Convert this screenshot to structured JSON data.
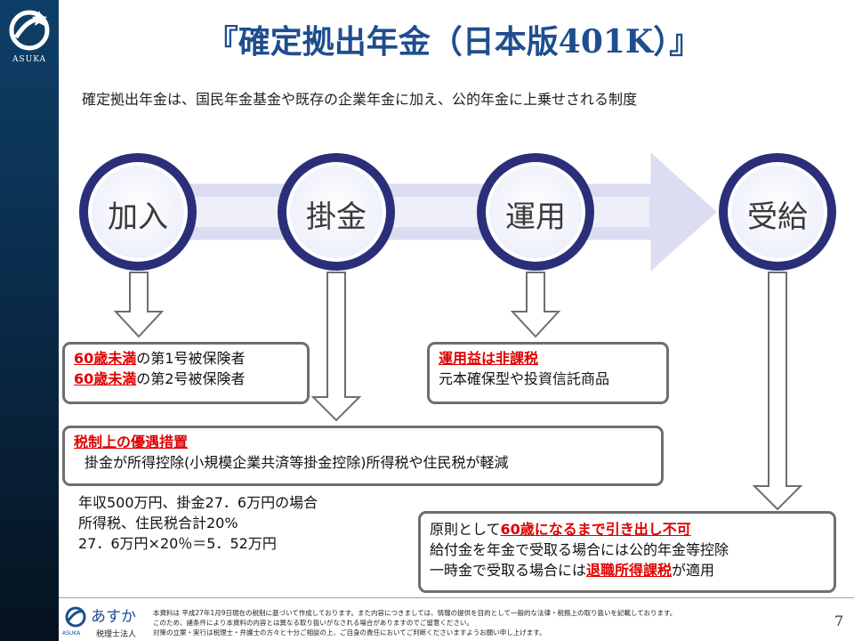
{
  "logo": {
    "text": "ASUKA"
  },
  "title": "『確定拠出年金（日本版401K）』",
  "subtitle": "確定拠出年金は、国民年金基金や既存の企業年金に加え、公的年金に上乗せされる制度",
  "steps": [
    "加入",
    "掛金",
    "運用",
    "受給"
  ],
  "box_enroll": {
    "line1_red": "60歳未満",
    "line1_rest": "の第1号被保険者",
    "line2_red": "60歳未満",
    "line2_rest": "の第2号被保険者"
  },
  "box_invest": {
    "line1_red": "運用益は非課税",
    "line2": "元本確保型や投資信託商品"
  },
  "box_tax": {
    "line1_red": "税制上の優遇措置",
    "line2": "掛金が所得控除(小規模企業共済等掛金控除)所得税や住民税が軽減"
  },
  "example": {
    "line1": "年収500万円、掛金27．6万円の場合",
    "line2": "所得税、住民税合計20%",
    "line3": "27．6万円×20％＝5．52万円"
  },
  "box_receive": {
    "line1_pre": "原則として",
    "line1_red": "60歳になるまで引き出し不可",
    "line2": "給付金を年金で受取る場合には公的年金等控除",
    "line3_pre": "一時金で受取る場合には",
    "line3_red": "退職所得課税",
    "line3_post": "が適用"
  },
  "footer": {
    "logo_main": "あすか",
    "logo_sub": "ASUKA",
    "logo_caption": "税理士法人",
    "line1": "本資料は 平成27年1月9日現在の税制に基づいて作成しております。また内容につきましては、情報の提供を目的として一般的な法律・税務上の取り扱いを記載しております。",
    "line2": "このため、諸条件により本資料の内容とは異なる取り扱いがなされる場合がありますのでご留意ください。",
    "line3": "対策の立案・実行は税理士・弁護士の方々と十分ご相談の上、ご自身の責任においてご判断くださいますようお願い申し上げます。",
    "page": "7"
  },
  "colors": {
    "sidebar_top": "#0e3f68",
    "title": "#1f4e8f",
    "circle_fill": "#2b2f7a",
    "circle_ring": "#ffffff",
    "circle_inner": "#f4f5ff",
    "arrow_band": "#dcdcf2",
    "accent_red": "#e00000"
  }
}
